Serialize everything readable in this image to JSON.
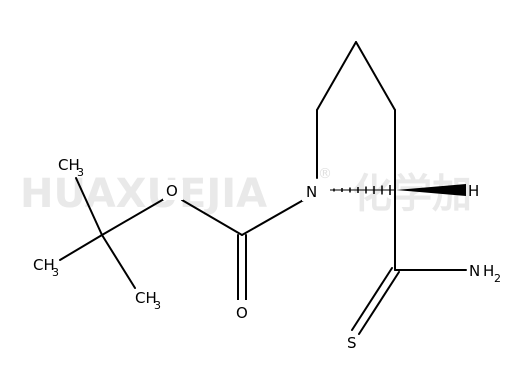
{
  "watermark": {
    "latin": "HUAXUEJIA",
    "registered": "®",
    "chinese": "化学加"
  },
  "molecule": {
    "atoms": {
      "oxygen_ether": "O",
      "nitrogen_ring": "N",
      "hydrogen_stereo": "H",
      "oxygen_carbonyl": "O",
      "sulfur": "S",
      "amine_n": "N",
      "amine_h": "H",
      "amine_sub": "2",
      "methyl_top": "CH",
      "methyl_top_sub": "3",
      "methyl_left": "CH",
      "methyl_left_sub": "3",
      "methyl_bottom": "CH",
      "methyl_bottom_sub": "3"
    }
  },
  "colors": {
    "bond": "#000000",
    "watermark": "#e9e9e9",
    "background": "#ffffff"
  }
}
